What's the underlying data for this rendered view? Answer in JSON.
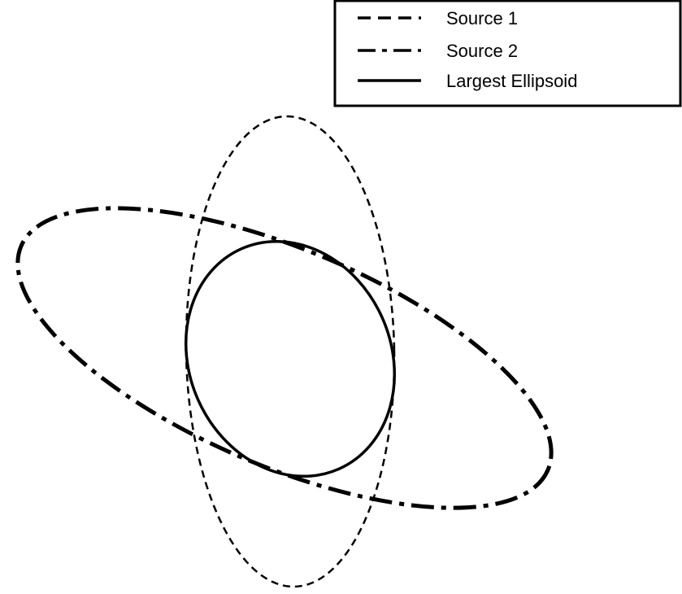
{
  "legend": {
    "items": [
      {
        "label": "Source 1",
        "style": "dashed"
      },
      {
        "label": "Source 2",
        "style": "dash-dot"
      },
      {
        "label": "Largest Ellipsoid",
        "style": "solid"
      }
    ]
  },
  "colors": {
    "stroke": "#000000",
    "background": "#ffffff"
  }
}
